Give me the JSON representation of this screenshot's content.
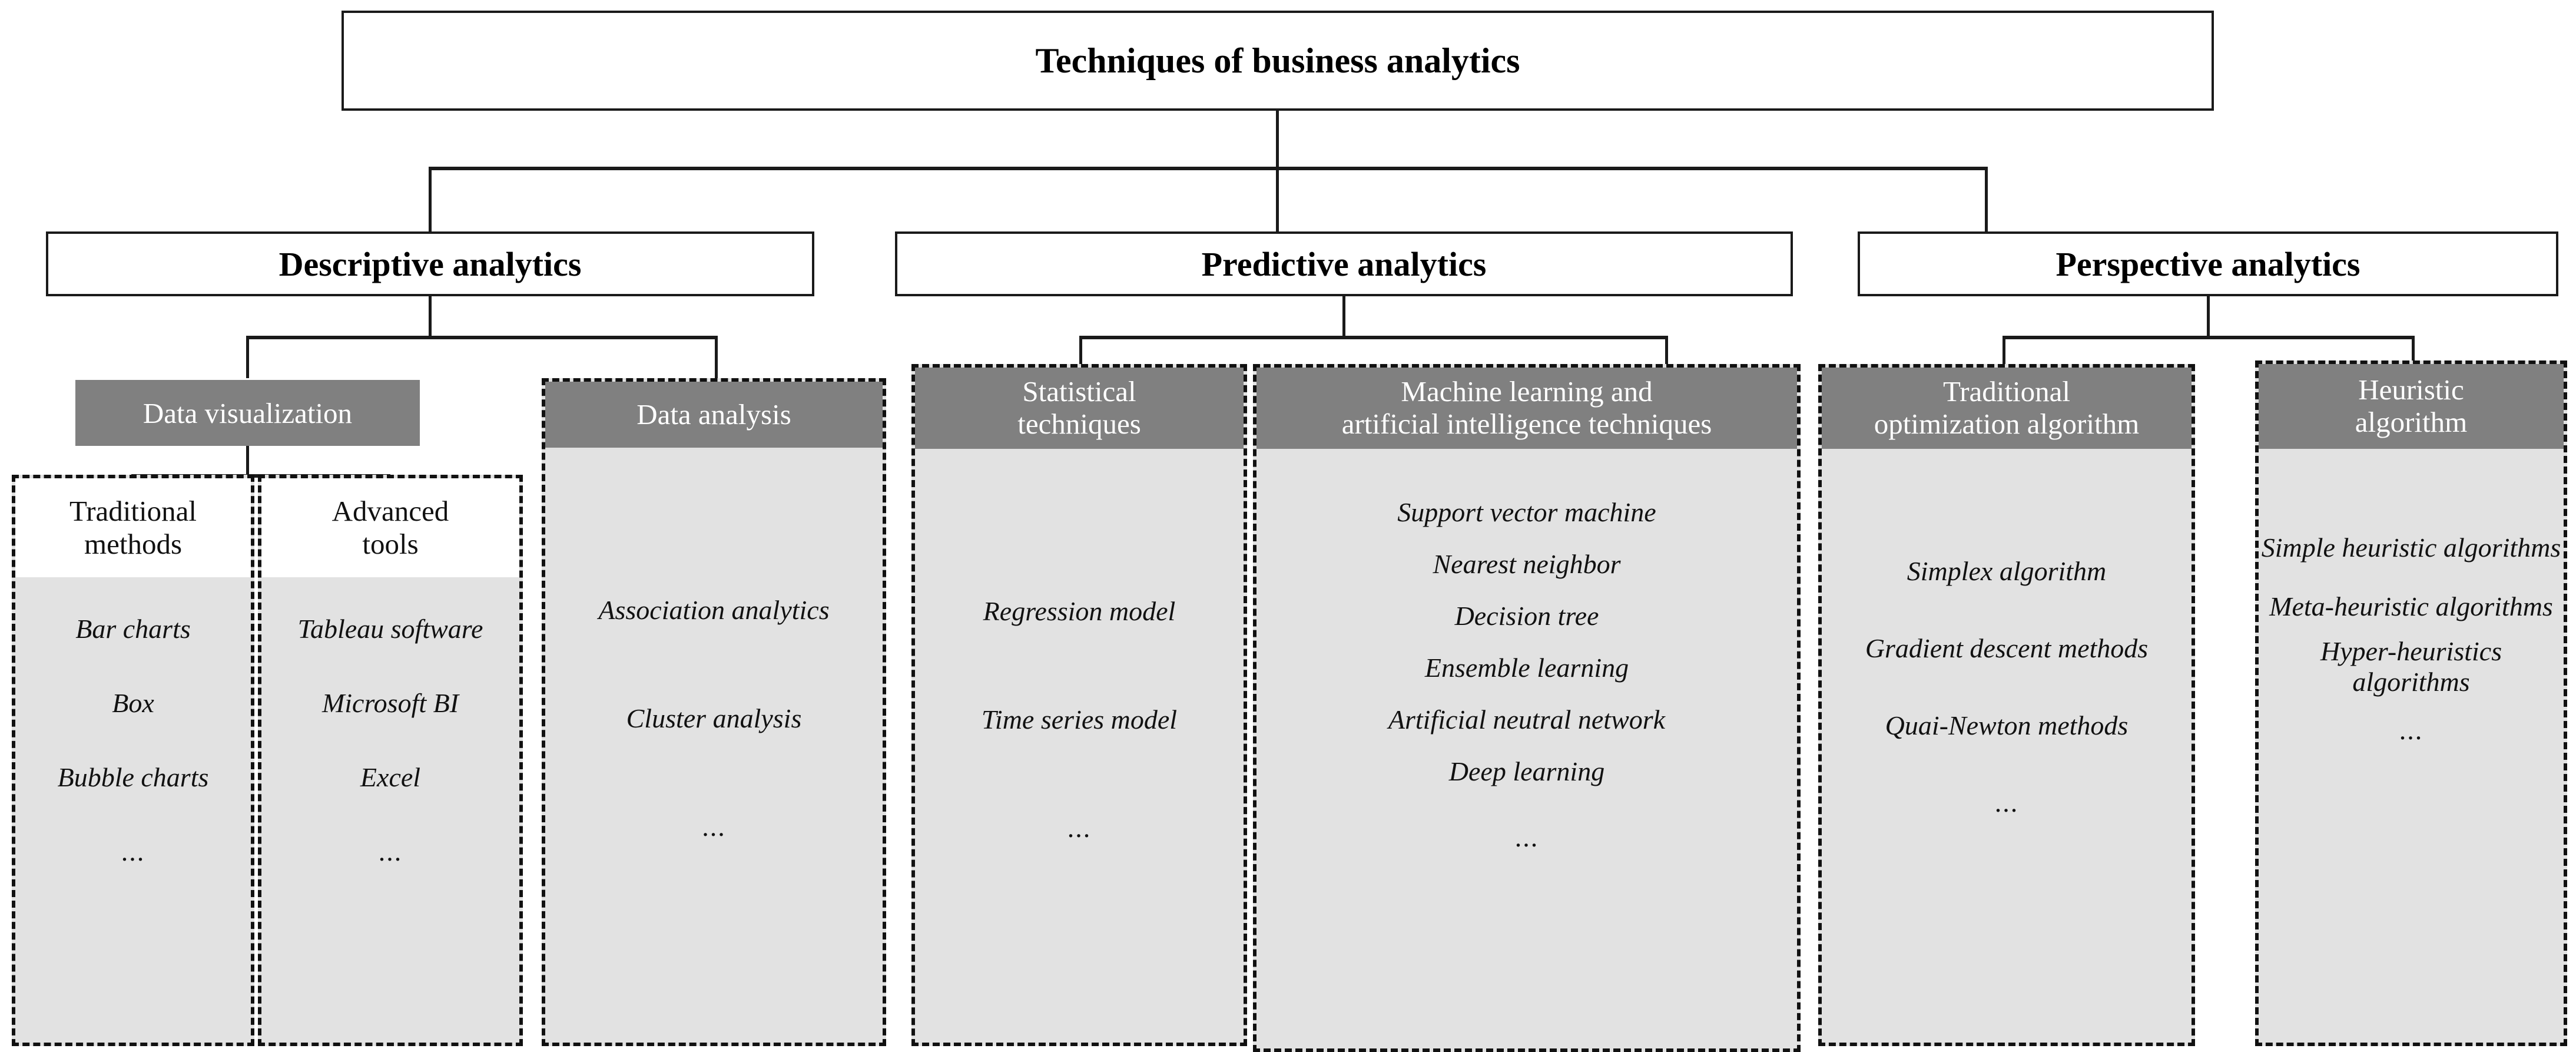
{
  "title": "Techniques of business analytics",
  "tier2": [
    {
      "label": "Descriptive analytics"
    },
    {
      "label": "Predictive analytics"
    },
    {
      "label": "Perspective analytics"
    }
  ],
  "groups": {
    "data_visualization": {
      "header": "Data visualization"
    },
    "data_analysis": {
      "header": "Data analysis",
      "items": [
        "Association analytics",
        "Cluster analysis",
        "..."
      ]
    },
    "statistical_techniques": {
      "header": "Statistical\ntechniques",
      "header_line1": "Statistical",
      "header_line2": "techniques",
      "items": [
        "Regression model",
        "Time series model",
        "..."
      ]
    },
    "machine_learning": {
      "header_line1": "Machine learning and",
      "header_line2": "artificial intelligence techniques",
      "items": [
        "Support vector machine",
        "Nearest neighbor",
        "Decision tree",
        "Ensemble learning",
        "Artificial neutral network",
        "Deep learning",
        "..."
      ]
    },
    "traditional_optimization": {
      "header_line1": "Traditional",
      "header_line2": "optimization algorithm",
      "items": [
        "Simplex algorithm",
        "Gradient descent methods",
        "Quai-Newton methods",
        "..."
      ]
    },
    "heuristic_algorithm": {
      "header_line1": "Heuristic",
      "header_line2": "algorithm",
      "items": [
        "Simple heuristic algorithms",
        "Meta-heuristic algorithms",
        "Hyper-heuristics algorithms",
        "..."
      ]
    },
    "traditional_methods": {
      "header_line1": "Traditional",
      "header_line2": "methods",
      "items": [
        "Bar charts",
        "Box",
        "Bubble charts",
        "..."
      ]
    },
    "advanced_tools": {
      "header_line1": "Advanced",
      "header_line2": "tools",
      "items": [
        "Tableau software",
        "Microsoft BI",
        "Excel",
        "..."
      ]
    }
  },
  "colors": {
    "header_gray": "#808080",
    "body_gray": "#e2e2e2",
    "line": "#1a1a1a",
    "text_on_gray": "#ffffff"
  }
}
